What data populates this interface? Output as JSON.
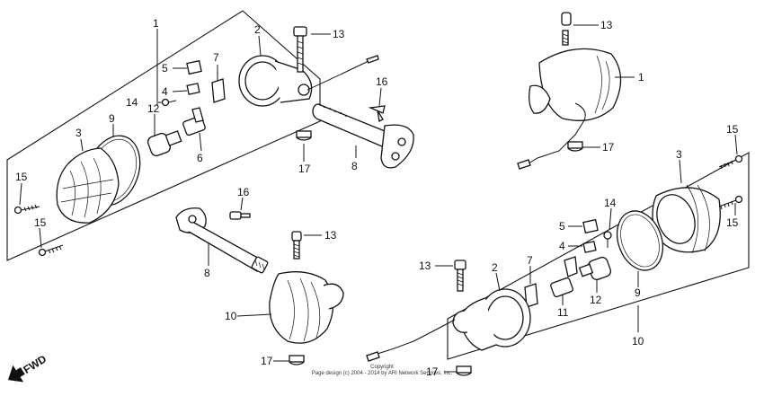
{
  "callouts": {
    "c1_a": "1",
    "c2_a": "2",
    "c3_a": "3",
    "c4_a": "4",
    "c5_a": "5",
    "c6_a": "6",
    "c7_a": "7",
    "c8_a": "8",
    "c9_a": "9",
    "c12_a": "12",
    "c13_a": "13",
    "c14_a": "14",
    "c15_a": "15",
    "c15_b": "15",
    "c16_a": "16",
    "c17_a": "17",
    "c1_b": "1",
    "c13_b": "13",
    "c17_b": "17",
    "c15_c": "15",
    "c15_d": "15",
    "c3_b": "3",
    "c16_b": "16",
    "c8_b": "8",
    "c13_c": "13",
    "c10_a": "10",
    "c17_c": "17",
    "c13_d": "13",
    "c2_b": "2",
    "c7_b": "7",
    "c14_b": "14",
    "c5_b": "5",
    "c4_b": "4",
    "c11_a": "11",
    "c12_b": "12",
    "c9_b": "9",
    "c10_b": "10",
    "c17_d": "17"
  },
  "fwd_label": "FWD",
  "copyright": {
    "line1": "Copyright",
    "line2": "Page design (c) 2004 - 2014 by ARI Network Services, Inc."
  }
}
